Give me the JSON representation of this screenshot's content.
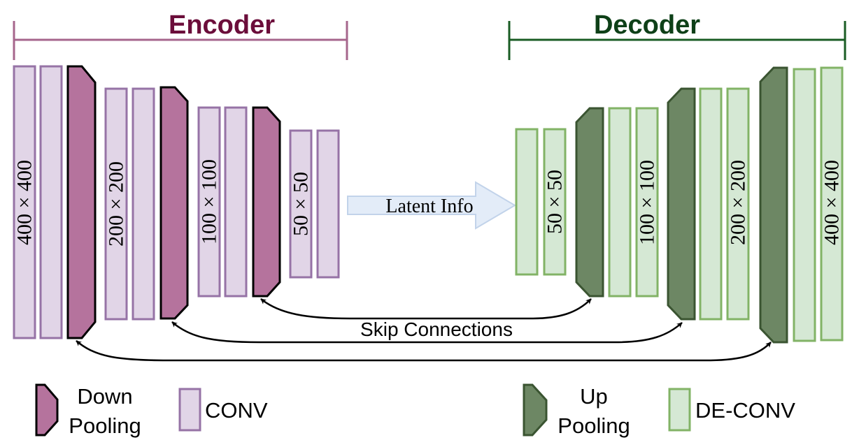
{
  "encoder": {
    "title": "Encoder",
    "size_labels": [
      "400 × 400",
      "200 × 200",
      "100 × 100",
      "50 × 50"
    ]
  },
  "decoder": {
    "title": "Decoder",
    "size_labels": [
      "50 × 50",
      "100 × 100",
      "200 × 200",
      "400 × 400"
    ]
  },
  "latent_label": "Latent Info",
  "skip_label": "Skip Connections",
  "legend": {
    "down_pooling_line1": "Down",
    "down_pooling_line2": "Pooling",
    "conv": "CONV",
    "up_pooling_line1": "Up",
    "up_pooling_line2": "Pooling",
    "deconv": "DE-CONV"
  },
  "colors": {
    "encoder_title": "#6b0d3a",
    "encoder_bracket": "#a6668c",
    "conv_fill": "#e1d5e7",
    "conv_stroke": "#9673a6",
    "down_pool_fill": "#b5739d",
    "down_pool_stroke": "#000000",
    "decoder_title": "#0e4018",
    "decoder_bracket": "#1a5c24",
    "deconv_fill": "#d5e8d4",
    "deconv_stroke": "#82b366",
    "up_pool_fill": "#6d8764",
    "up_pool_stroke": "#3a5431",
    "latent_arrow_fill": "#e3ecf8",
    "latent_arrow_stroke": "#c2d3ea"
  }
}
